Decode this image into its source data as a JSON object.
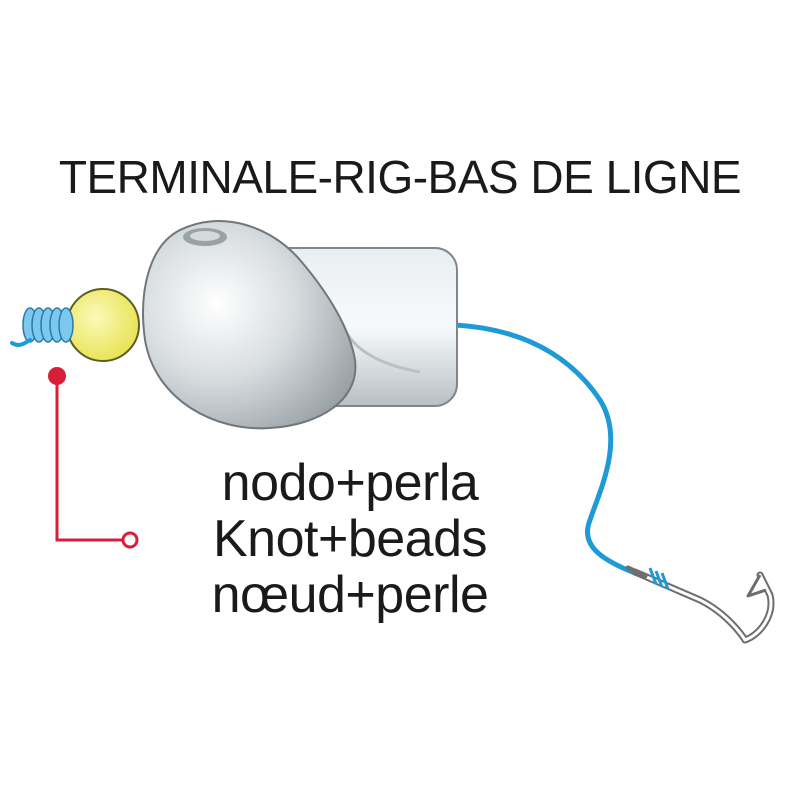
{
  "title": "TERMINALE-RIG-BAS DE LIGNE",
  "labels": {
    "italian": "nodo+perla",
    "english": "Knot+beads",
    "french": "nœud+perle"
  },
  "colors": {
    "line": "#1e9bd7",
    "callout": "#d81f3a",
    "bead": "#f2ee6a",
    "weight": "#c9d0d4",
    "hook": "#777777"
  },
  "icons": [
    "knot-icon",
    "bead-icon",
    "sinker-weight-icon",
    "fishing-line-icon",
    "fish-hook-icon",
    "callout-pointer-icon"
  ]
}
